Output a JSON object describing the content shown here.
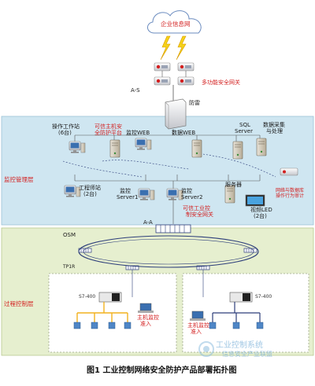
{
  "figure": {
    "caption": "图1 工业控制网络安全防护产品部署拓扑图"
  },
  "cloud": {
    "label": "企业信息网"
  },
  "gateway": {
    "left_label": "A-S",
    "label": "多功能安全网关"
  },
  "firewall": {
    "label": "防雷"
  },
  "zones": {
    "monitor": "监控管理层",
    "process": "过程控制层"
  },
  "monitor_nodes": {
    "operator_station": [
      "操作工作站",
      "(6台)"
    ],
    "trusted_host": [
      "可信主机安",
      "全防护平台"
    ],
    "monitor_web": "监控WEB",
    "data_web": "数据WEB",
    "sql_server": [
      "SQL",
      "Server"
    ],
    "data_collect": [
      "数据采集",
      "与处理"
    ],
    "engineer_station": [
      "工程师站",
      "(2台)"
    ],
    "server1": [
      "监控",
      "Server1"
    ],
    "server2": [
      "监控",
      "Server2"
    ],
    "server_machine": "服务器",
    "video_led": [
      "视频LED",
      "(2台)"
    ],
    "audit": [
      "网络与数据库",
      "操作行为审计"
    ],
    "trusted_gateway": [
      "可信工业控",
      "制安全网关"
    ],
    "aa_label": "A-A"
  },
  "process_nodes": {
    "osm": "OSM",
    "tp": "TP1R",
    "plc_left": "S7-400",
    "plc_right": "S7-400",
    "host_left": [
      "主机监控",
      "准入"
    ],
    "host_right": [
      "主机监控",
      "准入"
    ]
  },
  "watermark": {
    "line1": "工业控制系统",
    "line2": "信息安全产业联盟"
  },
  "icons": [
    "cloud-icon",
    "lightning-icon",
    "gateway-icon",
    "firewall-icon",
    "pc-icon",
    "server-icon",
    "switch-icon",
    "plc-icon",
    "laptop-icon",
    "audit-device-icon",
    "led-screen-icon",
    "watermark-logo-icon"
  ],
  "colors": {
    "monitor_zone": "#cfe6f1",
    "process_zone": "#e6efcf",
    "accent_red": "#d31f1f",
    "cloud_fill": "#ffffff",
    "ring": "#2d3e7a",
    "tree_line": "#f2b21e"
  }
}
